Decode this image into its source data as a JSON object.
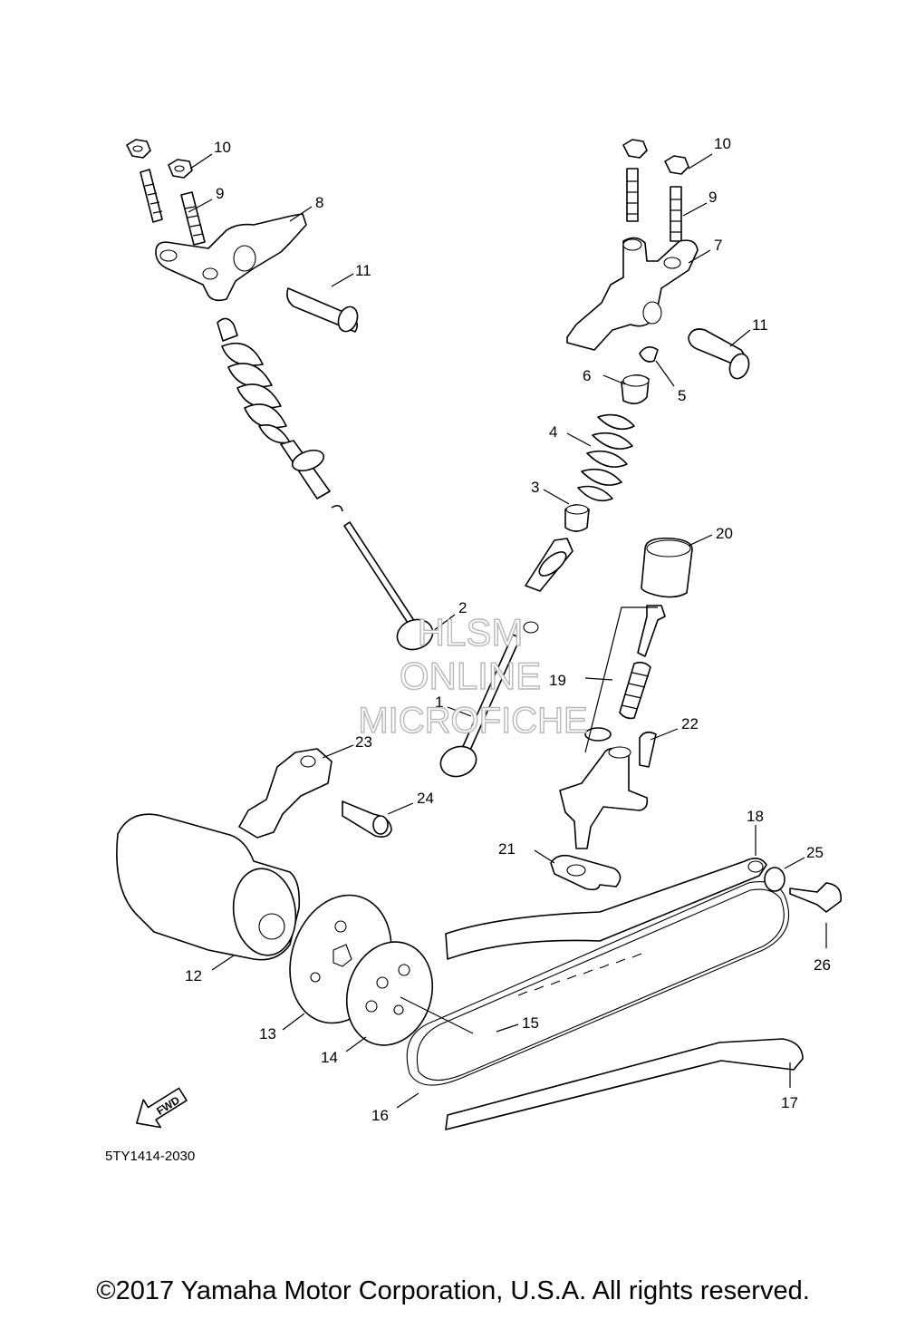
{
  "diagram": {
    "fiche_code": "5TY1414-2030",
    "fwd_label": "FWD",
    "watermark": [
      "HLSM",
      "ONLINE",
      "MICROFICHE"
    ],
    "copyright": "©2017 Yamaha Motor Corporation, U.S.A. All rights reserved.",
    "callouts": [
      "1",
      "2",
      "3",
      "4",
      "5",
      "6",
      "7",
      "8",
      "9",
      "10",
      "11",
      "12",
      "13",
      "14",
      "15",
      "16",
      "17",
      "18",
      "19",
      "20",
      "21",
      "22",
      "23",
      "24",
      "25",
      "26"
    ]
  }
}
